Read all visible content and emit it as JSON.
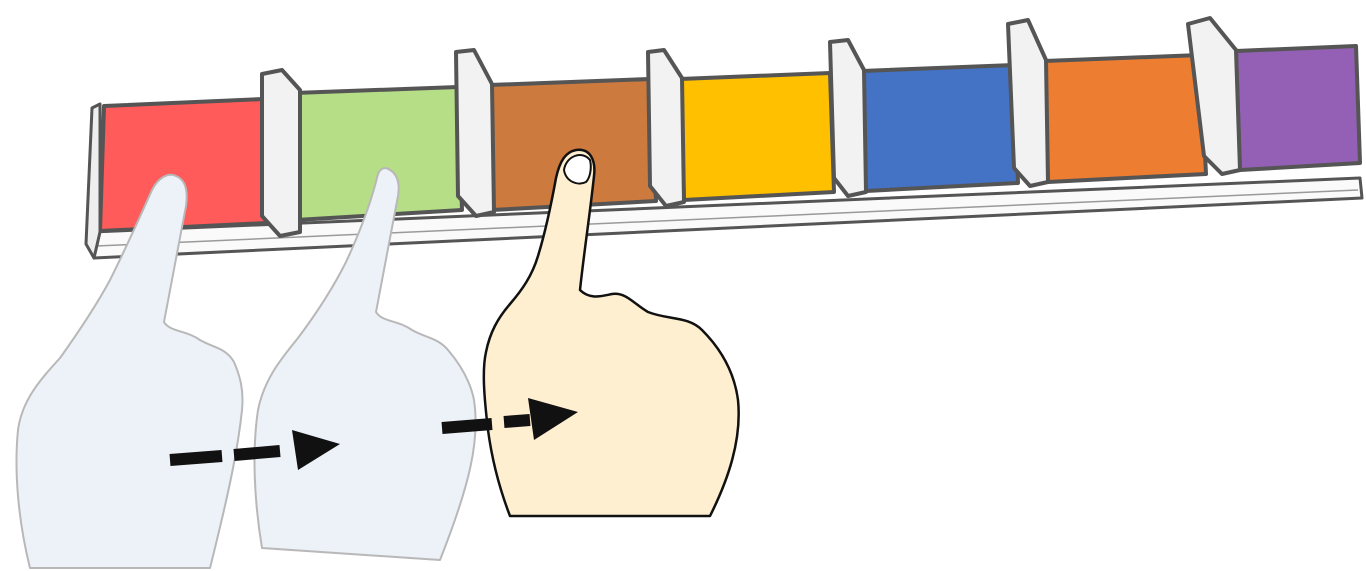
{
  "illustration": {
    "keys": [
      {
        "color": "#ff5b5b"
      },
      {
        "color": "#b5de87"
      },
      {
        "color": "#cd7a3e"
      },
      {
        "color": "#ffc000"
      },
      {
        "color": "#4472c4"
      },
      {
        "color": "#ed7d31"
      },
      {
        "color": "#9360b5"
      }
    ],
    "frame_color": "#555555",
    "hands": [
      {
        "role": "ghost",
        "fill": "#edf1f8",
        "stroke": "#b8b8b8"
      },
      {
        "role": "ghost",
        "fill": "#edf1f8",
        "stroke": "#b8b8b8"
      },
      {
        "role": "active",
        "fill": "#fdefd0",
        "stroke": "#111111"
      }
    ],
    "arrow_color": "#111111"
  }
}
